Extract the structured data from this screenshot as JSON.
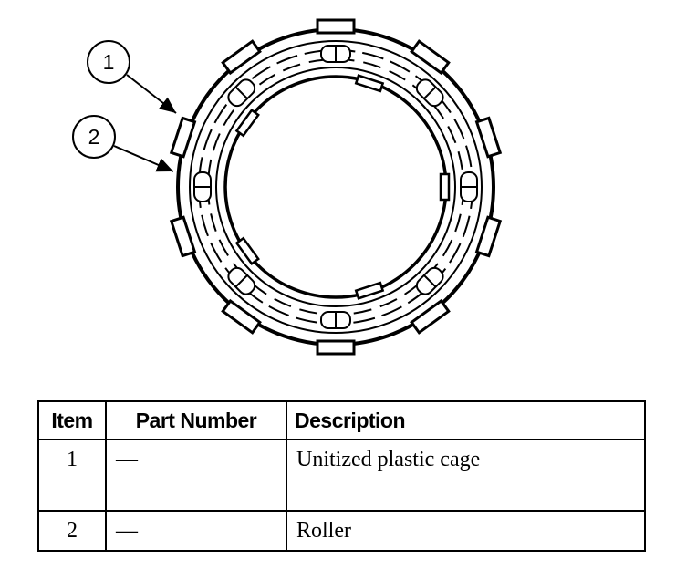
{
  "callouts": [
    "1",
    "2"
  ],
  "table": {
    "headers": {
      "item": "Item",
      "part_number": "Part Number",
      "description": "Description"
    },
    "rows": [
      {
        "item": "1",
        "part_number": "—",
        "description": "Unitized plastic cage"
      },
      {
        "item": "2",
        "part_number": "—",
        "description": "Roller"
      }
    ]
  }
}
